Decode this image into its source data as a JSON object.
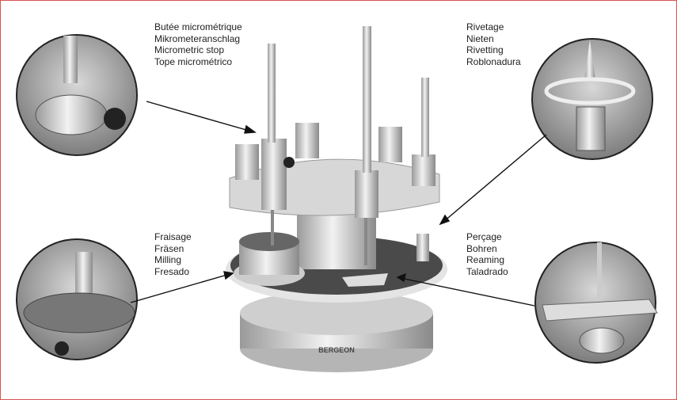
{
  "labels": {
    "micrometric_stop": [
      "Butée micrométrique",
      "Mikrometeranschlag",
      "Micrometric stop",
      "Tope micrométrico"
    ],
    "riveting": [
      "Rivetage",
      "Nieten",
      "Rivetting",
      "Roblonadura"
    ],
    "milling": [
      "Fraisage",
      "Fräsen",
      "Milling",
      "Fresado"
    ],
    "reaming": [
      "Perçage",
      "Bohren",
      "Reaming",
      "Taladrado"
    ]
  },
  "brand": "BERGEON",
  "colors": {
    "frame": "#d9534f"
  }
}
